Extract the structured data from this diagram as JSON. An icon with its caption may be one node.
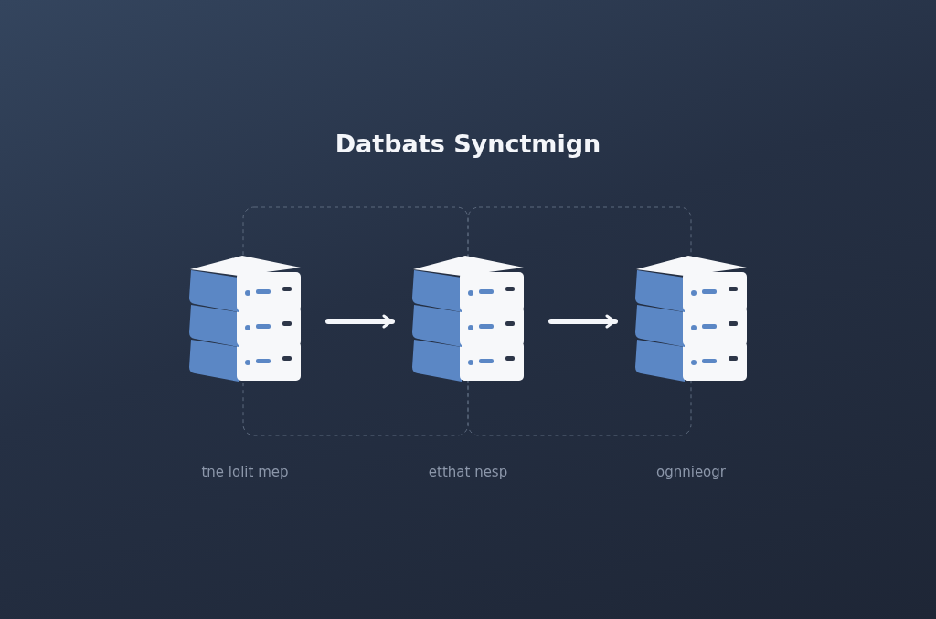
{
  "diagram": {
    "title": "Datbats Synctmign",
    "nodes": [
      {
        "text": [],
        "shape": "server"
      },
      {
        "text": [],
        "shape": "server"
      },
      {
        "text": [],
        "shape": "server"
      }
    ],
    "edges": [
      {
        "from": 0,
        "to": 1,
        "arrow": "to"
      },
      {
        "from": 1,
        "to": 2,
        "arrow": "to"
      }
    ],
    "labels": [
      "tne lolit mep",
      "etthat nesp",
      "ognnieogr"
    ]
  }
}
